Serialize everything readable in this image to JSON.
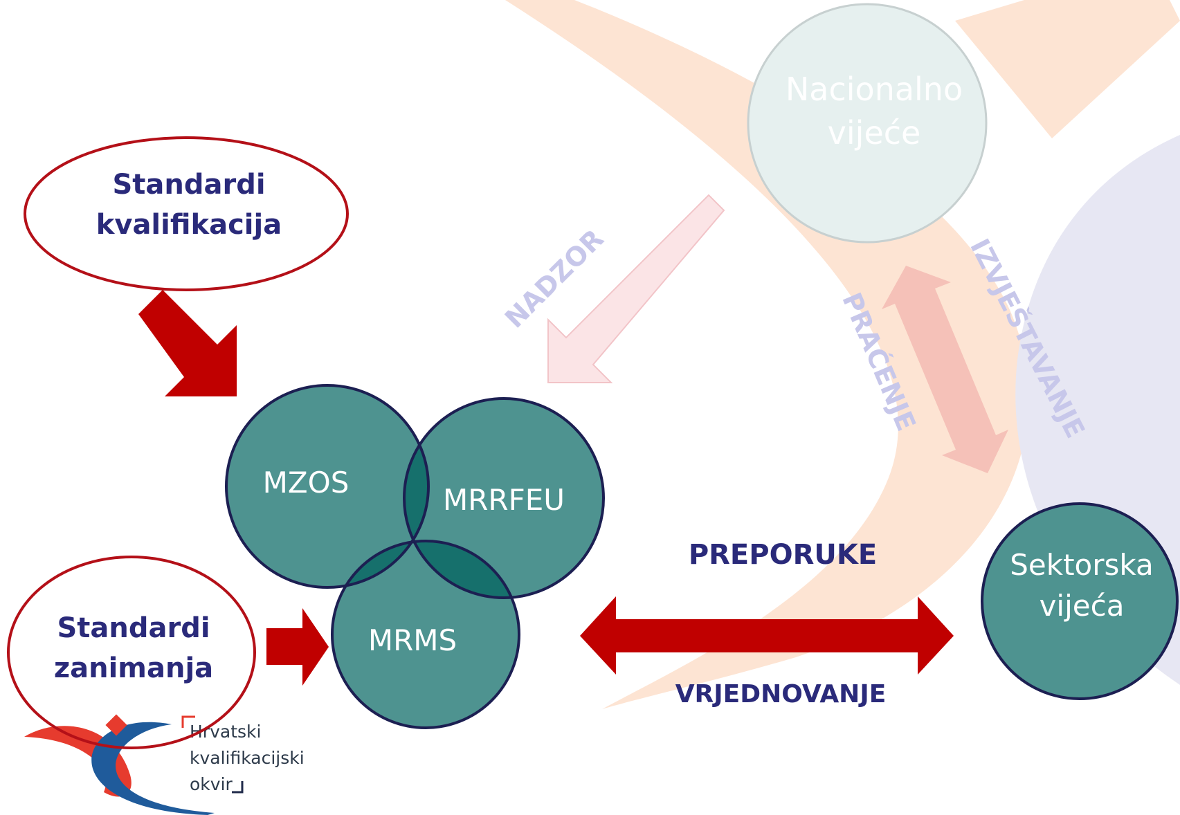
{
  "nodes": {
    "standardi_kvalifikacija": {
      "line1": "Standardi",
      "line2": "kvalifikacija"
    },
    "standardi_zanimanja": {
      "line1": "Standardi",
      "line2": "zanimanja"
    },
    "mzos": "MZOS",
    "mrrfeu": "MRRFEU",
    "mrms": "MRMS",
    "nacionalno_vijece": {
      "line1": "Nacionalno",
      "line2": "vijeće"
    },
    "sektorska_vijeca": {
      "line1": "Sektorska",
      "line2": "vijeća"
    }
  },
  "labels": {
    "nadzor": "NADZOR",
    "pracenje": "PRAĆENJE",
    "izvjestavanje": "IZVJEŠTAVANJE",
    "preporuke": "PREPORUKE",
    "vrjednovanje": "VRJEDNOVANJE"
  },
  "logo": {
    "line1": "Hrvatski",
    "line2": "kvalifikacijski",
    "line3": "okvir"
  },
  "colors": {
    "node_fill": "#4e9390",
    "node_stroke": "#1c1f52",
    "overlap_fill": "#16706c",
    "ellipse_stroke": "#b41018",
    "arrow_red": "#c00000",
    "text_navy": "#2a2a7a",
    "label_faded": "#c7c7ea",
    "bg_orange": "#fde4d3",
    "bg_blue": "#e7e7f3"
  }
}
